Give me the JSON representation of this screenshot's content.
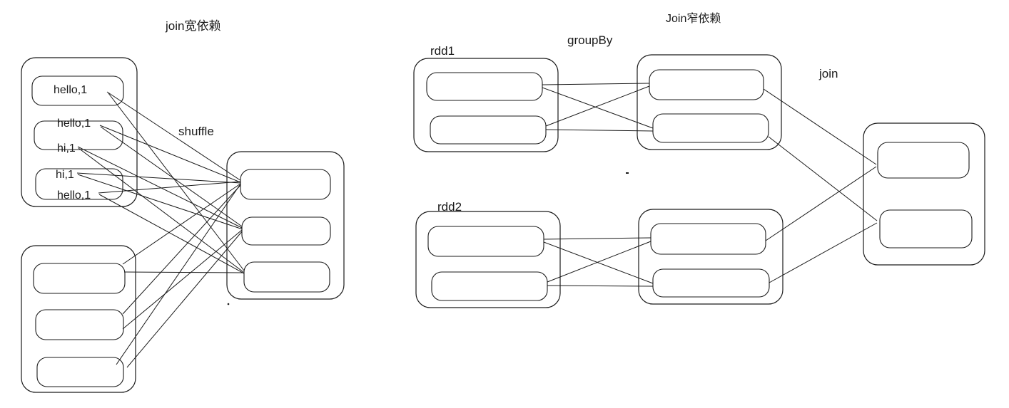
{
  "colors": {
    "ink": "#1a1a1a",
    "background": "#ffffff"
  },
  "left": {
    "title": "join宽依赖",
    "shuffle_label": "shuffle",
    "source_top": {
      "partition_texts": [
        [
          "hello,1"
        ],
        [
          "hello,1",
          "hi,1"
        ],
        [
          "hi,1",
          "hello,1"
        ]
      ]
    }
  },
  "right": {
    "title": "Join窄依赖",
    "groupby_label": "groupBy",
    "join_label": "join",
    "rdd1_label": "rdd1",
    "rdd2_label": "rdd2"
  }
}
